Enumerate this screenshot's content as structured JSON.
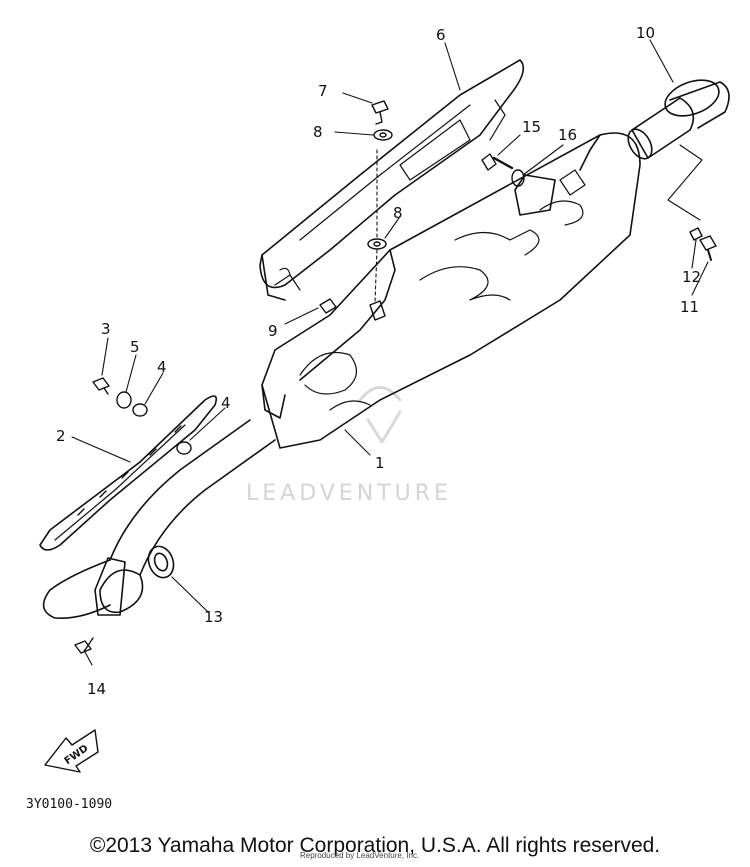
{
  "diagram": {
    "part_labels": [
      "1",
      "2",
      "3",
      "4",
      "4",
      "5",
      "6",
      "7",
      "8",
      "8",
      "9",
      "10",
      "11",
      "12",
      "13",
      "14",
      "15",
      "16"
    ],
    "watermark": "LEADVENTURE",
    "fwd_label": "FWD",
    "diagram_code": "3Y0100-1090"
  },
  "footer": {
    "copyright": "©2013 Yamaha Motor Corporation, U.S.A. All rights reserved.",
    "reproduced": "Reproduced by LeadVenture, Inc."
  }
}
